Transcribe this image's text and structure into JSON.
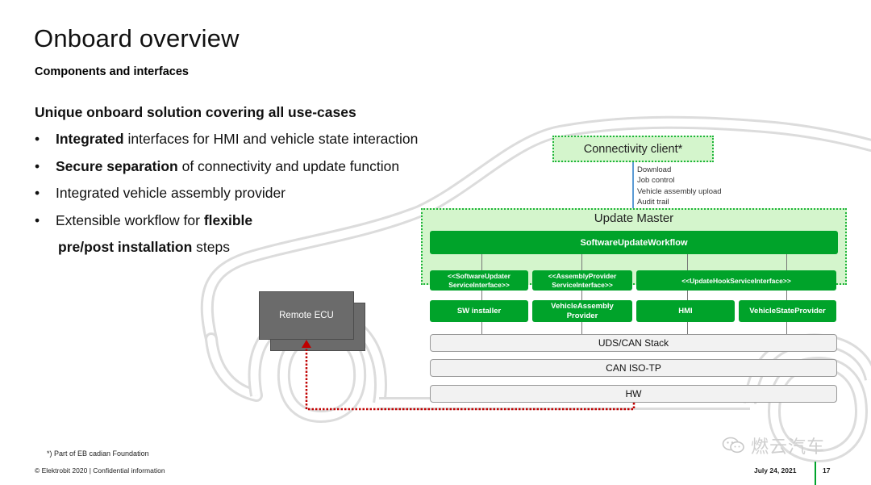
{
  "slide": {
    "title": "Onboard overview",
    "subtitle": "Components and interfaces",
    "headline": "Unique onboard solution covering all use-cases",
    "bullets": [
      {
        "bold": "Integrated",
        "rest": " interfaces for HMI and vehicle state interaction"
      },
      {
        "bold": "Secure separation",
        "rest": " of connectivity and update function"
      },
      {
        "plain": "Integrated vehicle assembly provider"
      },
      {
        "pre": "Extensible workflow for ",
        "bold": "flexible"
      },
      {
        "bold": "pre/post installation",
        "rest": " steps"
      }
    ]
  },
  "diagram": {
    "connectivity_client": "Connectivity client*",
    "link_labels": [
      "Download",
      "Job control",
      "Vehicle assembly upload",
      "Audit trail"
    ],
    "update_master": "Update Master",
    "workflow": "SoftwareUpdateWorkflow",
    "interfaces": {
      "software_updater": [
        "<<SoftwareUpdater",
        "ServiceInterface>>"
      ],
      "assembly_provider": [
        "<<AssemblyProvider",
        "ServiceInterface>>"
      ],
      "update_hook": "<<UpdateHookServiceInterface>>"
    },
    "components": {
      "sw_installer": "SW installer",
      "vehicle_assembly_provider": [
        "VehicleAssembly",
        "Provider"
      ],
      "hmi": "HMI",
      "vehicle_state_provider": "VehicleStateProvider"
    },
    "stack": {
      "uds": "UDS/CAN Stack",
      "can_tp": "CAN ISO-TP",
      "hw": "HW"
    },
    "remote_ecu": "Remote ECU"
  },
  "footer": {
    "note": "*)  Part of EB cadian Foundation",
    "copyright": "© Elektrobit 2020 | Confidential information",
    "date": "July 24, 2021",
    "page": "17",
    "watermark": "燃云汽车"
  },
  "colors": {
    "green": "#00a32a",
    "light_green": "#d4f5cc",
    "dotted_green": "#1eb53a",
    "link_blue": "#5b9bd5",
    "dotted_red": "#c00000",
    "ecu_grey": "#6b6b6b",
    "car_outline": "#dedede"
  }
}
